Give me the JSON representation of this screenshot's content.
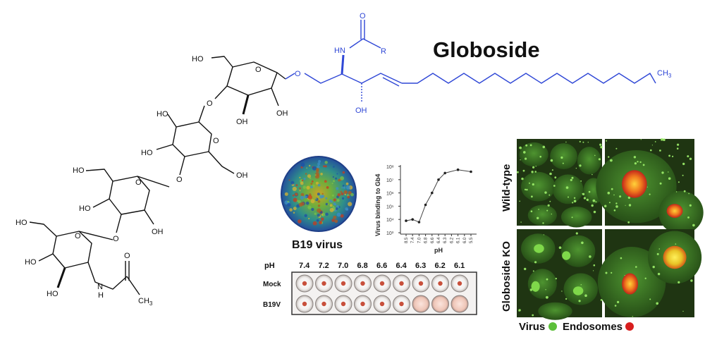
{
  "title": "Globoside",
  "colors": {
    "lipid": "#2f47d6",
    "sugar": "#111111",
    "virus_dot": "#5cbf3a",
    "endosome_dot": "#d81e1e",
    "cell": "#3f7f29",
    "well_red": "#c8503c"
  },
  "sugar_labels": {
    "s1_ch2oh": "HO",
    "s1_oh3": "OH",
    "s1_oh2": "OH",
    "s2_oh4": "HO",
    "s2_oh3": "HO",
    "s2_ch2oh": "OH",
    "s3_ch2oh": "HO",
    "s3_oh3": "HO",
    "s3_oh2": "OH",
    "s4_ch2oh": "HO",
    "s4_oh4": "HO",
    "s4_oh3": "HO",
    "s4_nh": "N",
    "s4_nh_h": "H",
    "s4_co": "O",
    "s4_ch3": "CH",
    "s4_ch3_sub": "3"
  },
  "lipid_labels": {
    "link_o": "O",
    "nh": "HN",
    "carbonyl_o": "O",
    "r": "R",
    "oh": "OH",
    "ch3": "CH",
    "ch3_sub": "3"
  },
  "virus": {
    "caption": "B19 virus",
    "icon": "capsid-icon"
  },
  "chart_data": {
    "type": "line",
    "ylabel": "Virus binding to Gb4",
    "xlabel": "pH",
    "x_ticks": [
      "8.5",
      "7.4",
      "7.0",
      "6.8",
      "6.6",
      "6.4",
      "6.3",
      "6.2",
      "6.1",
      "6.0",
      "5.5"
    ],
    "y_ticks": [
      "10³",
      "10⁴",
      "10⁵",
      "10⁶",
      "10⁷",
      "10⁸"
    ],
    "ylim_log10": [
      3,
      8
    ],
    "points": [
      {
        "pH": "8.5",
        "log10": 3.9
      },
      {
        "pH": "7.4",
        "log10": 4.0
      },
      {
        "pH": "7.0",
        "log10": 3.8
      },
      {
        "pH": "6.8",
        "log10": 5.1
      },
      {
        "pH": "6.6",
        "log10": 6.0
      },
      {
        "pH": "6.4",
        "log10": 7.0
      },
      {
        "pH": "6.3",
        "log10": 7.5
      },
      {
        "pH": "6.1",
        "log10": 7.75
      },
      {
        "pH": "5.5",
        "log10": 7.6
      }
    ]
  },
  "plate": {
    "ph_label": "pH",
    "ph_values": [
      "7.4",
      "7.2",
      "7.0",
      "6.8",
      "6.6",
      "6.4",
      "6.3",
      "6.2",
      "6.1"
    ],
    "rows": [
      {
        "label": "Mock",
        "dots": [
          1,
          1,
          1,
          1,
          1,
          1,
          1,
          1,
          1
        ]
      },
      {
        "label": "B19V",
        "dots": [
          1,
          1,
          1,
          1,
          1,
          1,
          0,
          0,
          0
        ]
      }
    ]
  },
  "microscopy": {
    "rows": [
      "Wild-type",
      "Globoside KO"
    ],
    "legend": {
      "virus": "Virus",
      "endosomes": "Endosomes"
    }
  }
}
